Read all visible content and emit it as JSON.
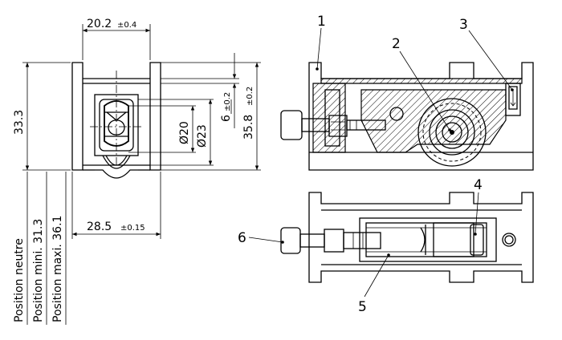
{
  "dimensions": {
    "width_top": {
      "value": "20.2",
      "tol": "±0.4"
    },
    "height_total": {
      "value": "33.3"
    },
    "offset": {
      "value": "6",
      "tol": "±0.2"
    },
    "height_right": {
      "value": "35.8",
      "tol": "±0.2"
    },
    "dia_20": {
      "value": "Ø20"
    },
    "dia_23": {
      "value": "Ø23"
    },
    "width_bottom": {
      "value": "28.5",
      "tol": "±0.15"
    }
  },
  "positions": [
    {
      "label": "Position neutre"
    },
    {
      "label": "Position mini. 31.3"
    },
    {
      "label": "Position maxi. 36.1"
    }
  ],
  "callouts": [
    "1",
    "2",
    "3",
    "4",
    "5",
    "6"
  ]
}
